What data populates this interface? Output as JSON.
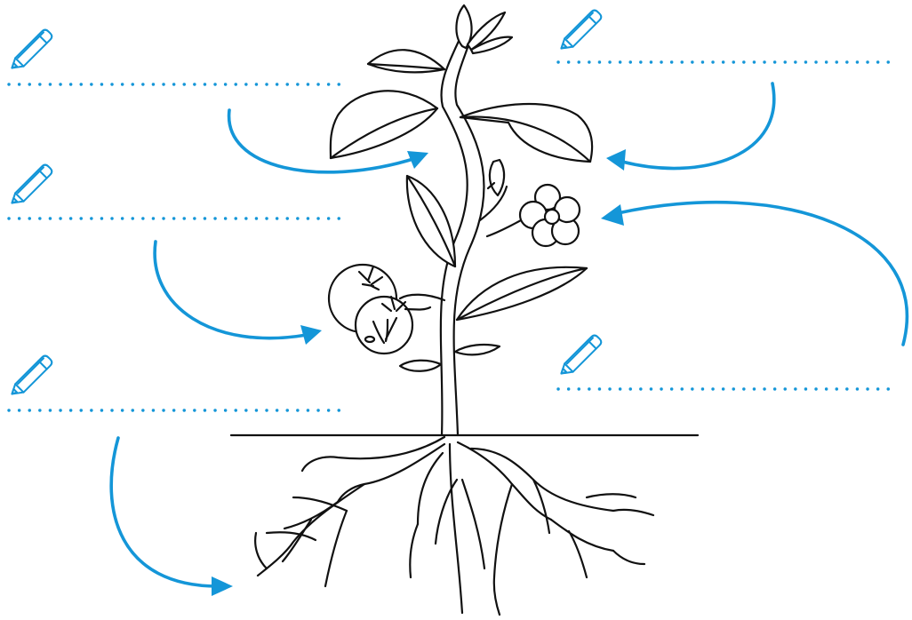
{
  "worksheet": {
    "colors": {
      "accent": "#1496d8",
      "ink": "#111111",
      "background": "#ffffff"
    },
    "labels": [
      {
        "id": "stem",
        "icon": "pencil-icon",
        "answer": ""
      },
      {
        "id": "fruit",
        "icon": "pencil-icon",
        "answer": ""
      },
      {
        "id": "roots",
        "icon": "pencil-icon",
        "answer": ""
      },
      {
        "id": "leaf",
        "icon": "pencil-icon",
        "answer": ""
      },
      {
        "id": "flower",
        "icon": "pencil-icon",
        "answer": ""
      }
    ]
  }
}
